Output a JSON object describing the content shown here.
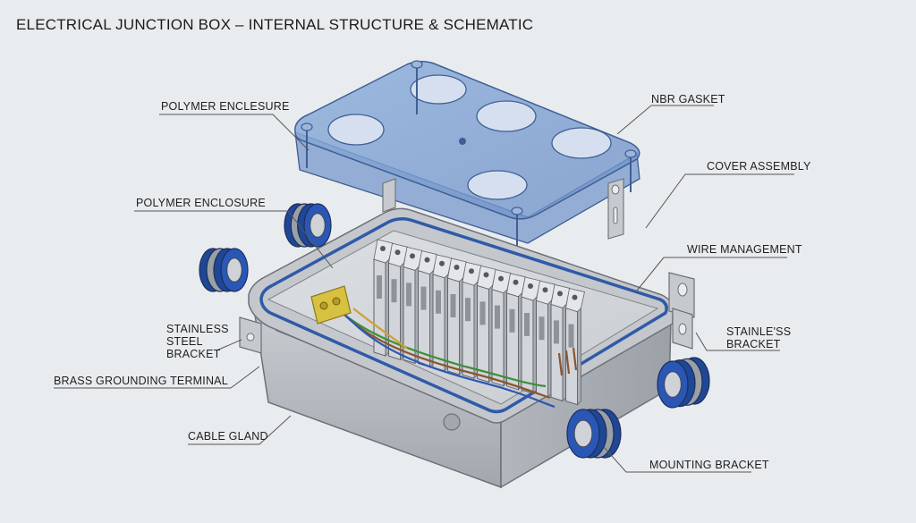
{
  "title": "ELECTRICAL JUNCTION BOX – INTERNAL STRUCTURE & SCHEMATIC",
  "labels": {
    "polymer_enclosure_top": "POLYMER ENCLESURE",
    "polymer_enclosure_mid": "POLYMER ENCLOSURE",
    "stainless_bracket_left": "STAINLESS\nSTEEL\nBRACKET",
    "brass_grounding_terminal": "BRASS GROUNDING TERMINAL",
    "cable_gland": "CABLE GLAND",
    "nbr_gasket": "NBR GASKET",
    "cover_assembly": "COVER ASSEMBLY",
    "wire_management": "WIRE MANAGEMENT",
    "stainless_bracket_right": "STAINLE'SS\nBRACKET",
    "mounting_bracket": "MOUNTING BRACKET"
  },
  "colors": {
    "background": "#e9ecef",
    "enclosure": "#b9bcc0",
    "cover": "#7d9fd0",
    "gasket": "#2f5aa8",
    "gland_seal": "#2a57b6",
    "terminal": "#d8c040",
    "leader": "#555555"
  }
}
